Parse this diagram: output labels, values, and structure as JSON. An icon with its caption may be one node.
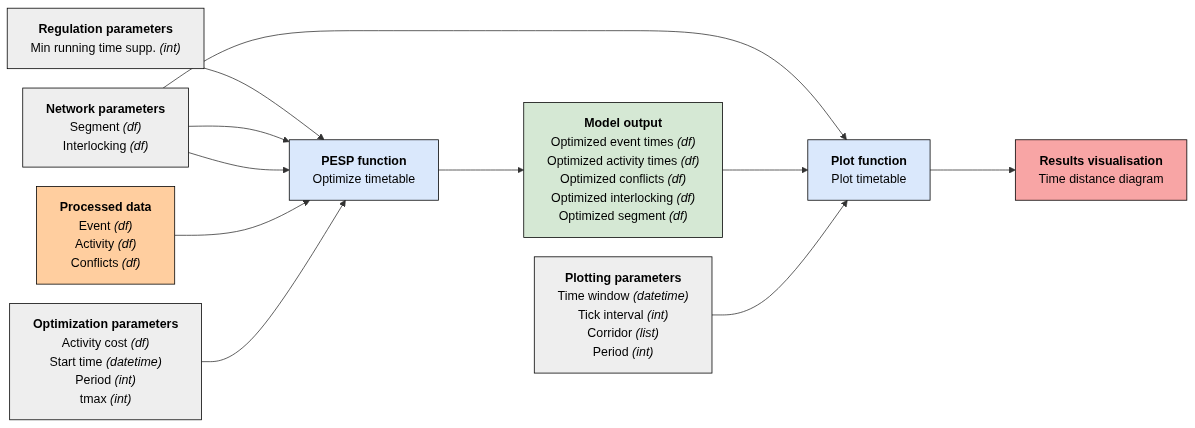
{
  "diagram": {
    "nodes": [
      {
        "text": [
          "Regulation parameters",
          "Min running time supp. *(int)*"
        ]
      },
      {
        "text": [
          "Network parameters",
          "Segment *(df)*",
          "Interlocking *(df)*"
        ]
      },
      {
        "text": [
          "PESP function",
          "Optimize timetable"
        ]
      },
      {
        "text": [
          "Processed data",
          "Event *(df)*",
          "Activity *(df)*",
          "Conflicts *(df)*"
        ]
      },
      {
        "text": [
          "Model output",
          "Optimized event times *(df)*",
          "Optimized activity times *(df)*",
          "Optimized conflicts *(df)*",
          "Optimized interlocking *(df)*",
          "Optimized segment *(df)*"
        ]
      },
      {
        "text": [
          "Plot function",
          "Plot timetable"
        ]
      },
      {
        "text": [
          "Results visualisation",
          "Time distance diagram"
        ]
      },
      {
        "text": [
          "Optimization parameters",
          "Activity cost *(df)*",
          "Start time *(datetime)*",
          "Period *(int)*",
          "tmax *(int)*"
        ]
      },
      {
        "text": [
          "Plotting parameters",
          "Time window *(datetime)*",
          "Tick interval *(int)*",
          "Corridor *(list)*",
          "Period *(int)*"
        ]
      }
    ],
    "edges": [
      {
        "from": 0,
        "to": 2,
        "arrow": "to"
      },
      {
        "from": 1,
        "to": 2,
        "arrow": "to"
      },
      {
        "from": 1,
        "to": 2,
        "arrow": "to"
      },
      {
        "from": 1,
        "to": 5,
        "arrow": "to"
      },
      {
        "from": 3,
        "to": 2,
        "arrow": "to"
      },
      {
        "from": 7,
        "to": 2,
        "arrow": "to"
      },
      {
        "from": 2,
        "to": 4,
        "arrow": "to"
      },
      {
        "from": 4,
        "to": 5,
        "arrow": "to"
      },
      {
        "from": 8,
        "to": 5,
        "arrow": "to"
      },
      {
        "from": 5,
        "to": 6,
        "arrow": "to"
      }
    ]
  }
}
